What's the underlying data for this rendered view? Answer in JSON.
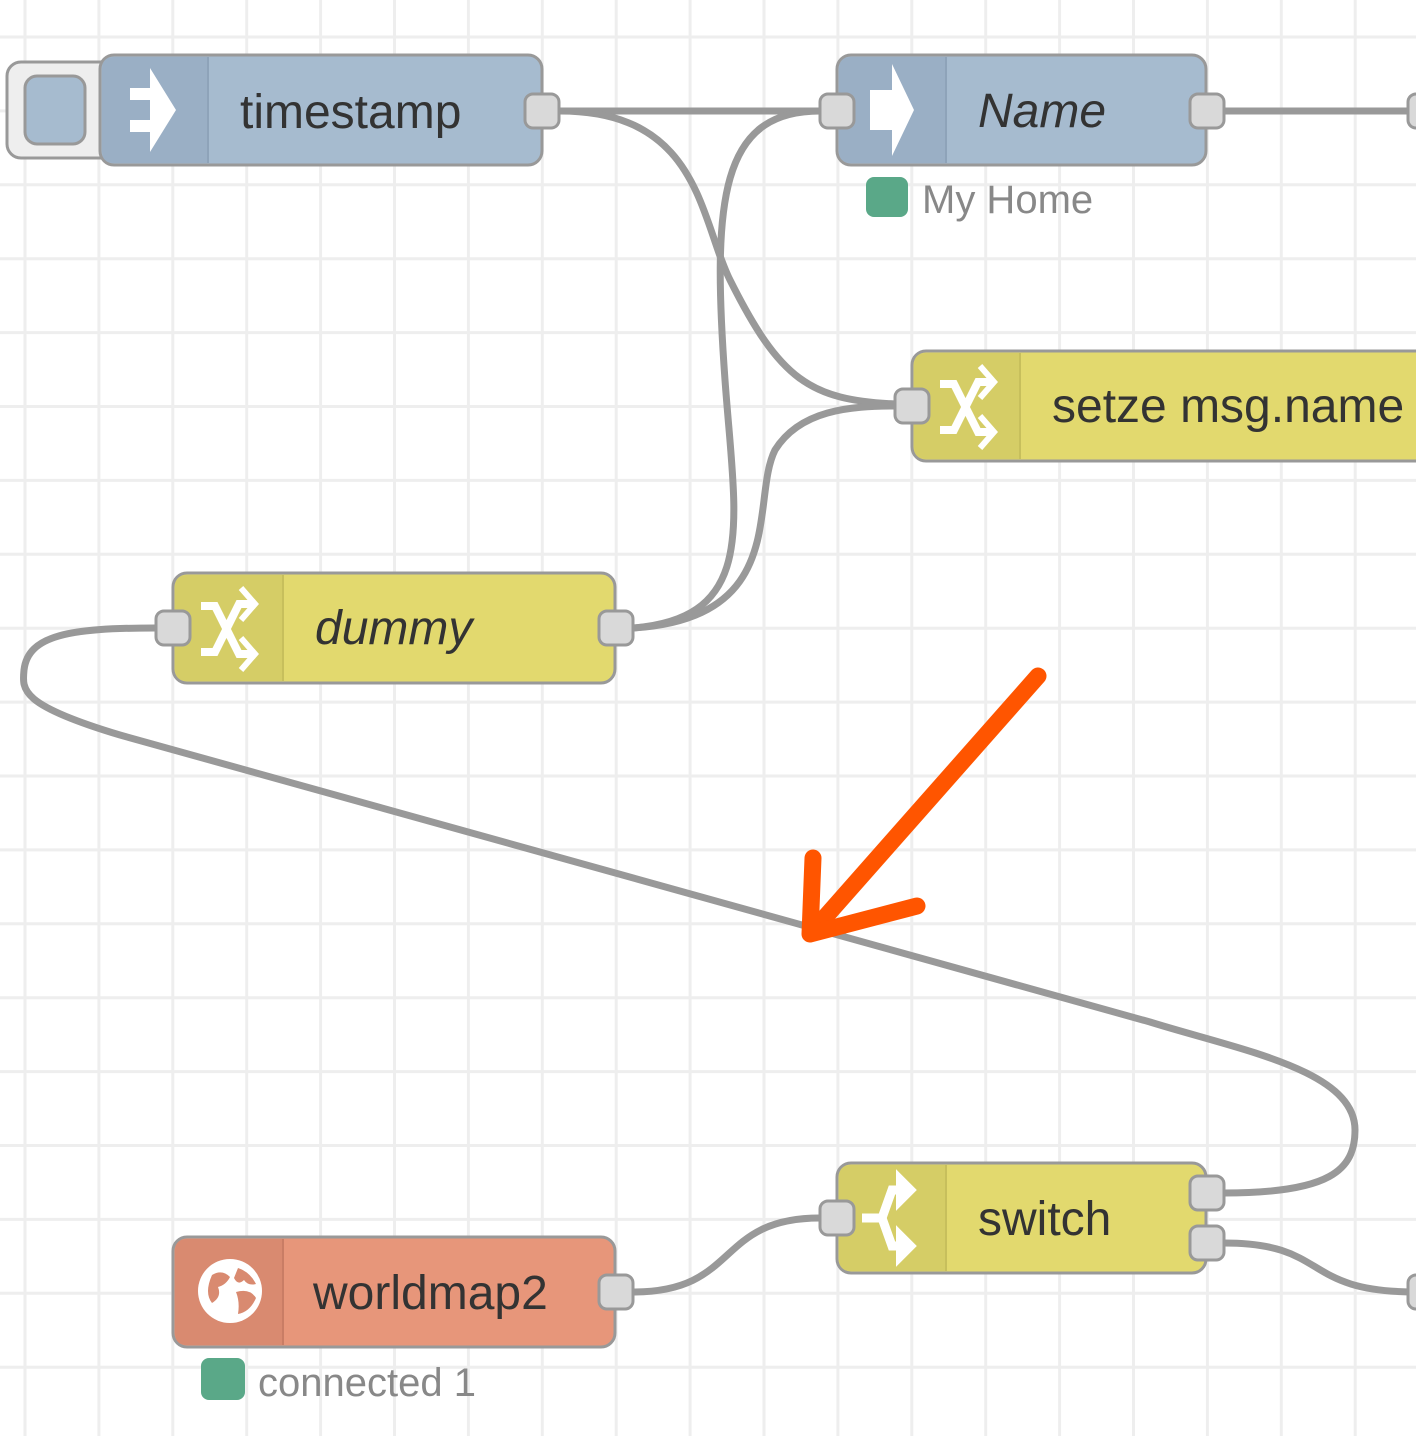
{
  "workspace": {
    "grid": true
  },
  "nodes": {
    "timestamp": {
      "label": "timestamp",
      "type": "inject",
      "icon": "inject-arrow-icon",
      "color": "#a6bbcf"
    },
    "name": {
      "label": "Name",
      "type": "link-out",
      "icon": "arrow-right-icon",
      "color": "#a6bbcf",
      "status": "My Home",
      "status_color": "#5aa888"
    },
    "setze": {
      "label": "setze msg.name",
      "type": "change",
      "icon": "shuffle-icon",
      "color": "#e2d96e"
    },
    "dummy": {
      "label": "dummy",
      "type": "change",
      "icon": "shuffle-icon",
      "color": "#e2d96e"
    },
    "switch": {
      "label": "switch",
      "type": "switch",
      "icon": "switch-branch-icon",
      "color": "#e2d96e"
    },
    "worldmap2": {
      "label": "worldmap2",
      "type": "worldmap",
      "icon": "globe-icon",
      "color": "#e7967a",
      "status": "connected 1",
      "status_color": "#5aa888"
    }
  },
  "annotation": {
    "color": "#ff5500",
    "icon": "arrow-annotation-icon"
  }
}
